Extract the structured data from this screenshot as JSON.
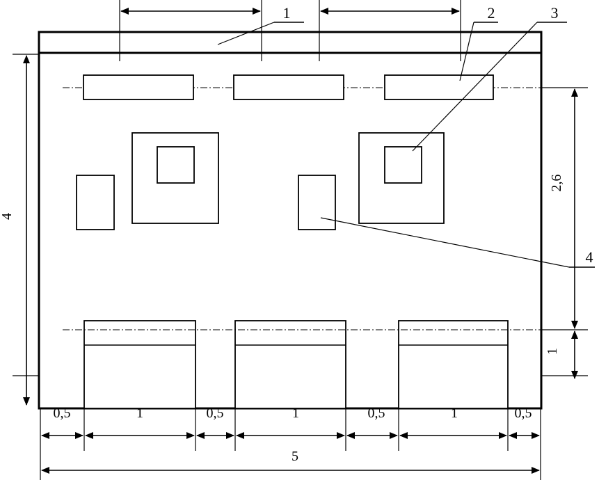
{
  "callouts": {
    "label_1": "1",
    "label_2": "2",
    "label_3": "3",
    "label_4": "4"
  },
  "dimensions": {
    "height_total": "4",
    "height_upper": "2,6",
    "height_lower": "1",
    "width_total": "5",
    "segment_gap_1": "0,5",
    "segment_pad_1": "1",
    "segment_gap_2": "0,5",
    "segment_pad_2": "1",
    "segment_gap_3": "0,5",
    "segment_pad_3": "1",
    "segment_gap_4": "0,5"
  }
}
